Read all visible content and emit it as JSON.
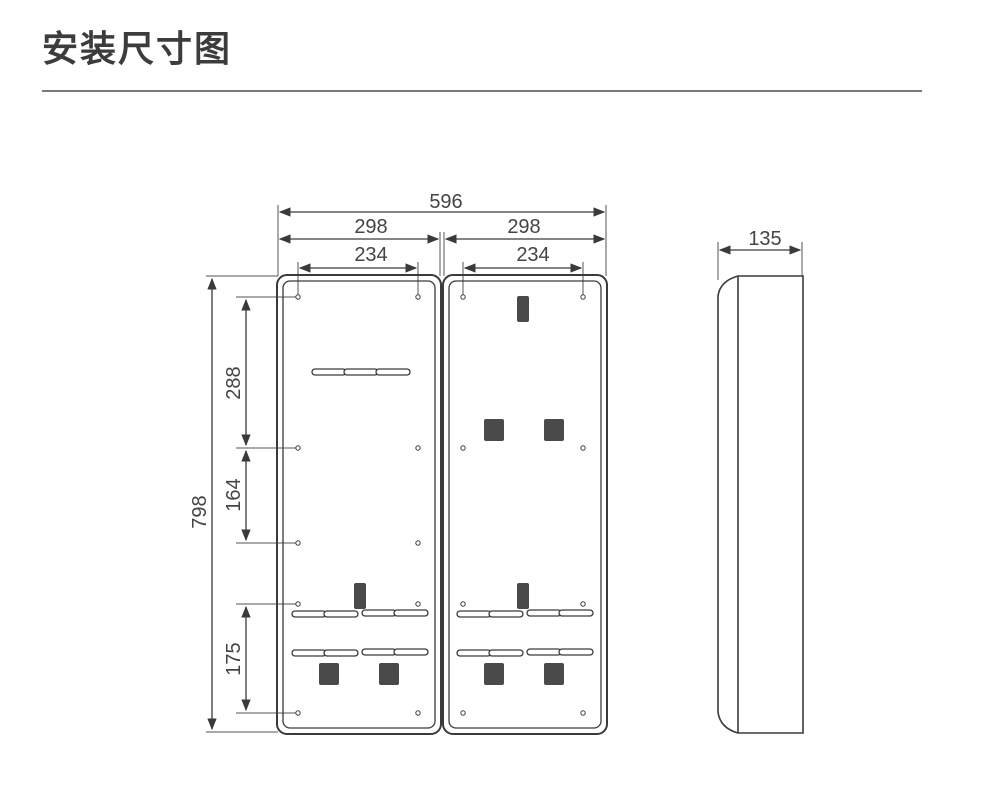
{
  "title": "安装尺寸图",
  "dimensions": {
    "overall_width": "596",
    "left_width": "298",
    "right_width": "298",
    "left_hole_spacing": "234",
    "right_hole_spacing": "234",
    "depth": "135",
    "overall_height": "798",
    "upper_spacing": "288",
    "middle_spacing": "164",
    "lower_spacing": "175"
  },
  "colors": {
    "line": "#3a3a3a",
    "block": "#4a4a4a",
    "text": "#444444"
  }
}
